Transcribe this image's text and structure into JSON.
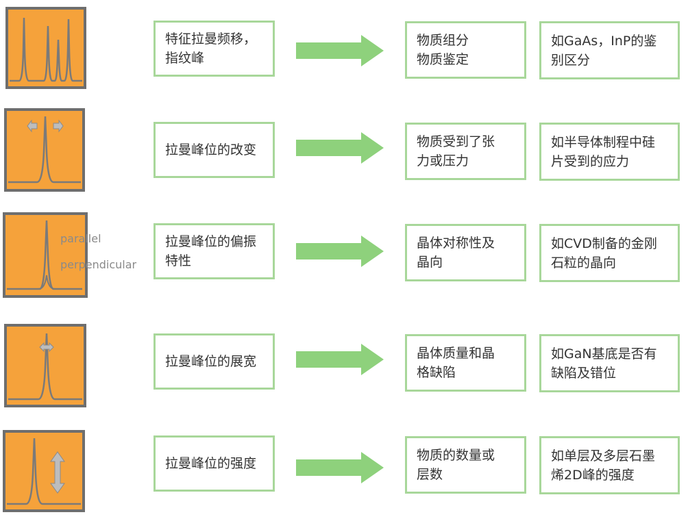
{
  "colors": {
    "thumb_fill": "#f5a23b",
    "thumb_border": "#6e6e6e",
    "box_border": "#a8d79a",
    "arrow": "#8ed17c",
    "peak": "#7a7a7a"
  },
  "rows": [
    {
      "feature": "特征拉曼频移，\n指纹峰",
      "meaning": "物质组分\n物质鉴定",
      "example": "如GaAs，InP的鉴\n别区分",
      "icon": "multi-peak-icon"
    },
    {
      "feature": "拉曼峰位的改变",
      "meaning": "物质受到了张\n力或压力",
      "example": "如半导体制程中硅\n片受到的应力",
      "icon": "peak-shift-icon"
    },
    {
      "feature": "拉曼峰位的偏振\n特性",
      "meaning": "晶体对称性及\n晶向",
      "example": "如CVD制备的金刚\n石粒的晶向",
      "icon": "polarization-icon",
      "labels": {
        "parallel": "parallel",
        "perpendicular": "perpendicular"
      }
    },
    {
      "feature": "拉曼峰位的展宽",
      "meaning": "晶体质量和晶\n格缺陷",
      "example": "如GaN基底是否有\n缺陷及错位",
      "icon": "peak-broadening-icon"
    },
    {
      "feature": "拉曼峰位的强度",
      "meaning": "物质的数量或\n层数",
      "example": "如单层及多层石墨\n烯2D峰的强度",
      "icon": "peak-intensity-icon"
    }
  ]
}
